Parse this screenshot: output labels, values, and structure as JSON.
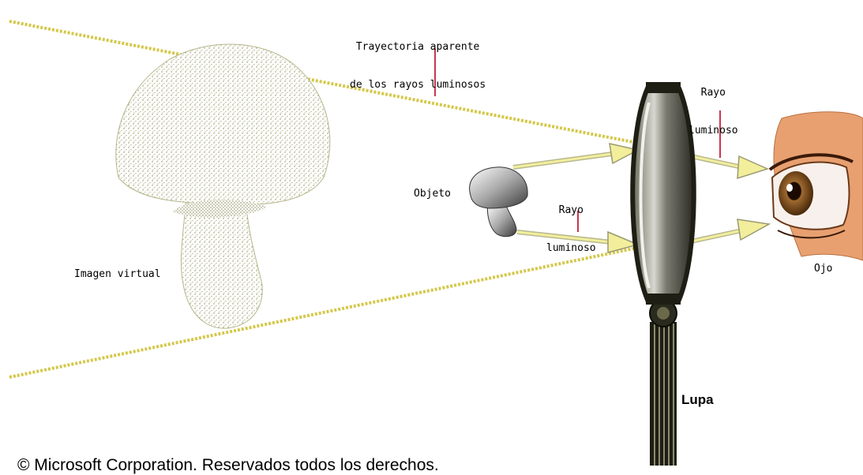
{
  "labels": {
    "apparent_path_line1": "Trayectoria aparente",
    "apparent_path_line2": "de los rayos luminosos",
    "ray_top_line1": "Rayo",
    "ray_top_line2": "luminoso",
    "ray_middle_line1": "Rayo",
    "ray_middle_line2": "luminoso",
    "object": "Objeto",
    "virtual_image": "Imagen virtual",
    "eye": "Ojo",
    "magnifier": "Lupa"
  },
  "footer": {
    "copyright": "© Microsoft Corporation. Reservados todos los derechos."
  },
  "colors": {
    "dotted_path": "#d4c84a",
    "arrow_fill": "#f2ee9c",
    "arrow_stroke": "#9a9a70",
    "pointer_line": "#c8384c",
    "mushroom_dots": "#8a8a50",
    "lens_frame": "#1e1e14",
    "eye_skin": "#e8a070",
    "iris": "#7a4a1c"
  },
  "icons": {
    "virtual_image": "large-mushroom-icon",
    "object": "small-mushroom-icon",
    "magnifier": "magnifying-lens-icon",
    "eye": "eye-icon"
  }
}
